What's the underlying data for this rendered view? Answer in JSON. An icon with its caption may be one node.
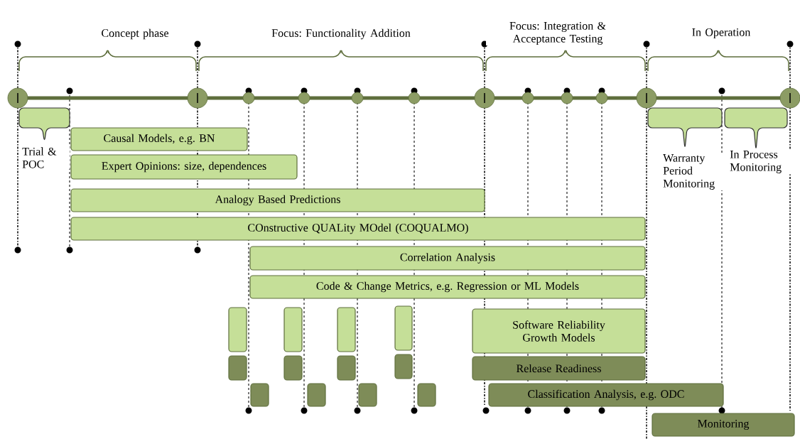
{
  "diagram": {
    "nodes": [
      {
        "text": [
          "Causal Models, e.g. BN"
        ]
      },
      {
        "text": [
          "Expert Opinions: size, dependences"
        ]
      },
      {
        "text": [
          "Analogy Based Predictions"
        ]
      },
      {
        "text": [
          "COnstructive QUALity MOdel (COQUALMO)"
        ]
      },
      {
        "text": [
          "Correlation Analysis"
        ]
      },
      {
        "text": [
          "Code & Change Metrics, e.g. Regression or ML Models"
        ]
      },
      {
        "text": [],
        "shape": "box"
      },
      {
        "text": [],
        "shape": "box"
      },
      {
        "text": [],
        "shape": "box"
      },
      {
        "text": [],
        "shape": "box"
      },
      {
        "text": [
          "Software Reliability Growth Models"
        ]
      },
      {
        "text": [],
        "shape": "box"
      },
      {
        "text": [],
        "shape": "box"
      },
      {
        "text": [],
        "shape": "box"
      },
      {
        "text": [],
        "shape": "box"
      },
      {
        "text": [
          "Release Readiness"
        ]
      },
      {
        "text": [],
        "shape": "box"
      },
      {
        "text": [],
        "shape": "box"
      },
      {
        "text": [],
        "shape": "box"
      },
      {
        "text": [],
        "shape": "box"
      },
      {
        "text": [
          "Classification Analysis, e.g. ODC"
        ]
      },
      {
        "text": [
          "Monitoring"
        ]
      }
    ],
    "labels": [
      "Concept phase",
      "Focus: Functionality Addition",
      "Focus: Integration & Acceptance Testing",
      "In Operation",
      "Trial & POC",
      "Warranty Period Monitoring",
      "In Process Monitoring"
    ]
  }
}
